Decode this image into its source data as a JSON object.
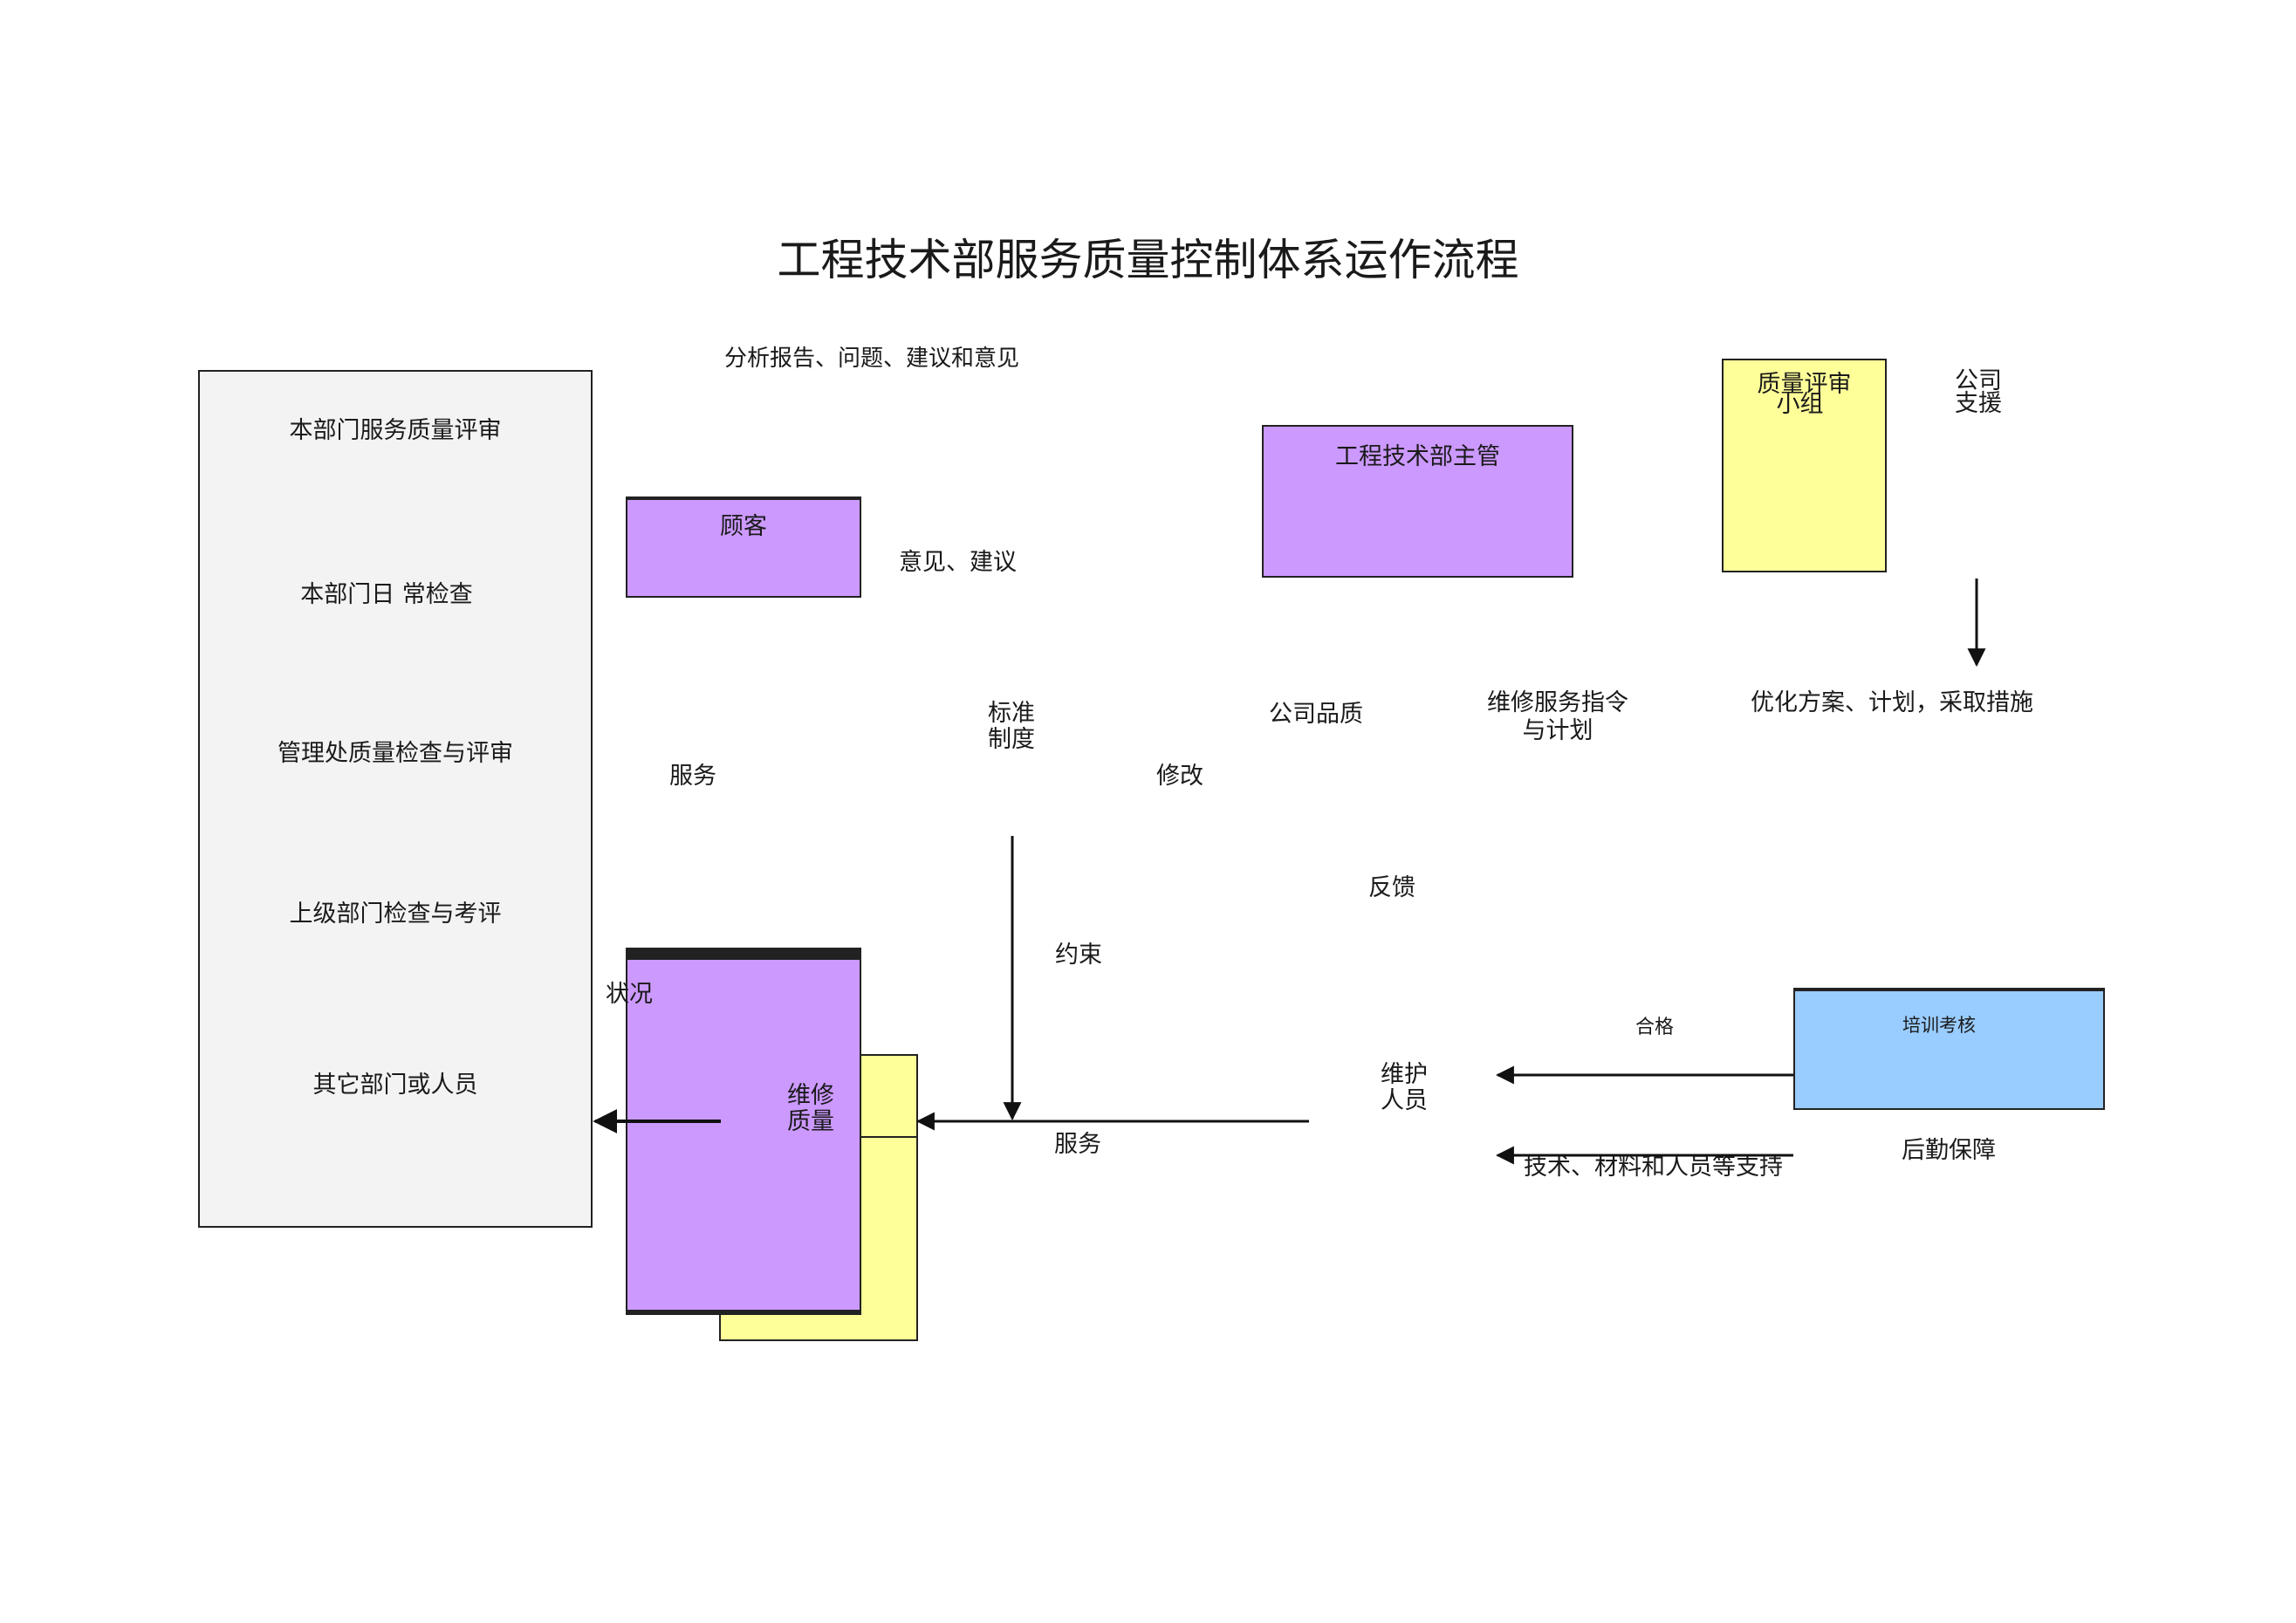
{
  "title": "工程技术部服务质量控制体系运作流程",
  "note": "分析报告、问题、建议和意见",
  "left_panel": {
    "items": [
      "本部门服务质量评审",
      "本部门日  常检查",
      "管理处质量检查与评审",
      "上级部门检查与考评",
      "其它部门或人员"
    ]
  },
  "boxes": {
    "customer": "顾客",
    "supervisor": "工程技术部主管",
    "quality_review_group_line1": "质量评审",
    "quality_review_group_line2": "小组",
    "maintenance_quality_line1": "维修",
    "maintenance_quality_line2": "质量",
    "training_assessment": "培训考核"
  },
  "labels": {
    "company_support_line1": "公司",
    "company_support_line2": "支援",
    "opinion_suggestion": "意见、建议",
    "standard_line1": "标准",
    "standard_line2": "制度",
    "company_quality": "公司品质",
    "repair_order_line1": "维修服务指令",
    "repair_order_line2": "与计划",
    "optimize": "优化方案、计划，采取措施",
    "service_left": "服务",
    "modify": "修改",
    "feedback": "反馈",
    "constraint": "约束",
    "status": "状况",
    "maintenance_staff_line1": "维护",
    "maintenance_staff_line2": "人员",
    "qualified": "合格",
    "service_bottom": "服务",
    "support": "技术、材料和人员等支持",
    "logistics": "后勤保障"
  },
  "colors": {
    "purple": "#cc99ff",
    "yellow": "#ffff99",
    "blue": "#99ccff",
    "grey": "#f3f3f3"
  }
}
